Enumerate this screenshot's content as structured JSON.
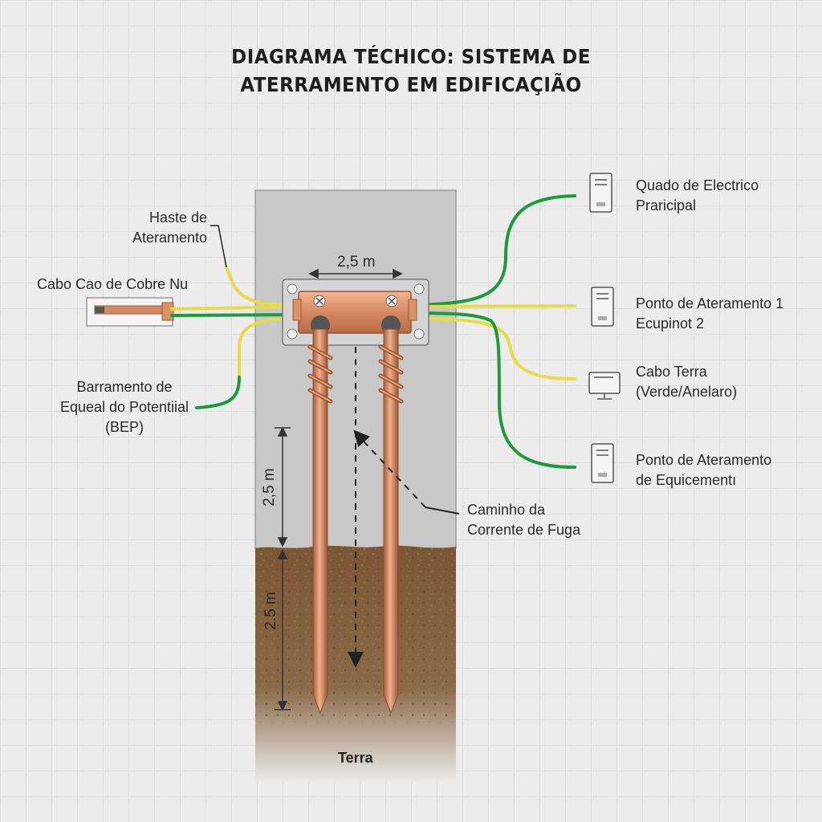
{
  "title": {
    "line1": "DIAGRAMA TÉCHICO: SISTEMA DE",
    "line2": "ATERRAMENTO EM EDIFICAÇIÃO"
  },
  "labels": {
    "haste": [
      "Haste de",
      "Ateramento"
    ],
    "cabo_cobre": "Cabo Cao de Cobre Nu",
    "bep": [
      "Barramento de",
      "Equeal do Potentiial",
      "(BEP)"
    ],
    "quadro": [
      "Quado de Electrico",
      "Praricipal"
    ],
    "ponto1": [
      "Ponto de Ateramento 1",
      "Ecupinot 2"
    ],
    "cabo_terra": [
      "Cabo Terra",
      "(Verde/Anelaro)"
    ],
    "ponto_equip": [
      "Ponto de Ateramento",
      "de Equicementı"
    ],
    "caminho": [
      "Caminho da",
      "Corrente de Fuga"
    ],
    "terra": "Terra"
  },
  "dimensions": {
    "horizontal": "2,5 m",
    "vertical_upper": "2,5 m",
    "vertical_lower": "2.5 m"
  },
  "colors": {
    "copper": "#c9825c",
    "green_wire": "#1e9a3c",
    "yellow_wire": "#e6dc46",
    "soil": "#7e5a36",
    "concrete": "#c9c9c9"
  },
  "icons": [
    "pc-tower-icon",
    "pc-tower-icon",
    "monitor-icon",
    "pc-tower-icon"
  ]
}
